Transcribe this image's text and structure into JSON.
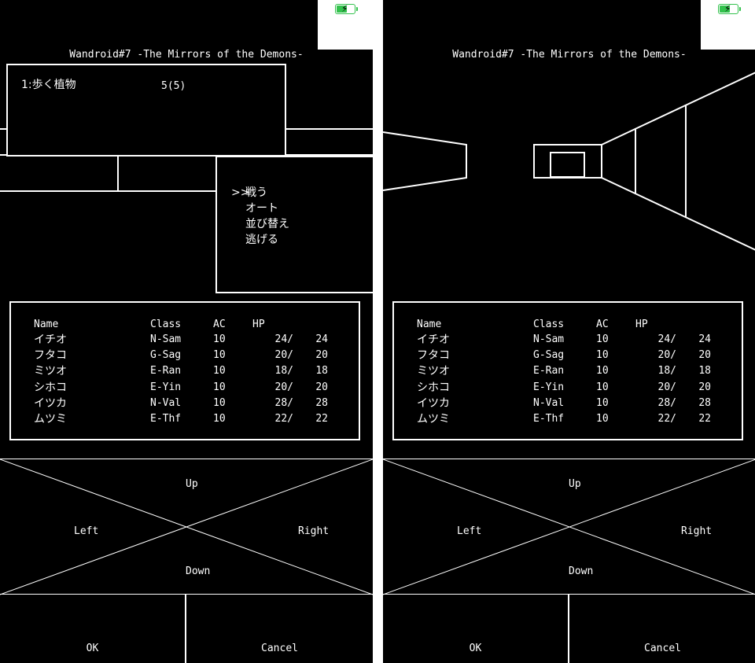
{
  "title": "Wandroid#7 -The Mirrors of the Demons-",
  "enemy": {
    "name": "1:歩く植物",
    "count": "5(5)"
  },
  "battle_menu": {
    "cursor": ">>",
    "items": [
      "戦う",
      "オート",
      "並び替え",
      "逃げる"
    ]
  },
  "party": {
    "headers": {
      "name": "Name",
      "class": "Class",
      "ac": "AC",
      "hp": "HP"
    },
    "members": [
      {
        "name": "イチオ",
        "class": "N-Sam",
        "ac": "10",
        "hp": "24/",
        "maxhp": "24"
      },
      {
        "name": "フタコ",
        "class": "G-Sag",
        "ac": "10",
        "hp": "20/",
        "maxhp": "20"
      },
      {
        "name": "ミツオ",
        "class": "E-Ran",
        "ac": "10",
        "hp": "18/",
        "maxhp": "18"
      },
      {
        "name": "シホコ",
        "class": "E-Yin",
        "ac": "10",
        "hp": "20/",
        "maxhp": "20"
      },
      {
        "name": "イツカ",
        "class": "N-Val",
        "ac": "10",
        "hp": "28/",
        "maxhp": "28"
      },
      {
        "name": "ムツミ",
        "class": "E-Thf",
        "ac": "10",
        "hp": "22/",
        "maxhp": "22"
      }
    ]
  },
  "controls": {
    "up": "Up",
    "down": "Down",
    "left": "Left",
    "right": "Right",
    "ok": "OK",
    "cancel": "Cancel"
  },
  "colors": {
    "battery": "#33c24d",
    "background": "#000000",
    "foreground": "#ffffff"
  },
  "icons": {
    "battery": "battery-charging-icon"
  }
}
